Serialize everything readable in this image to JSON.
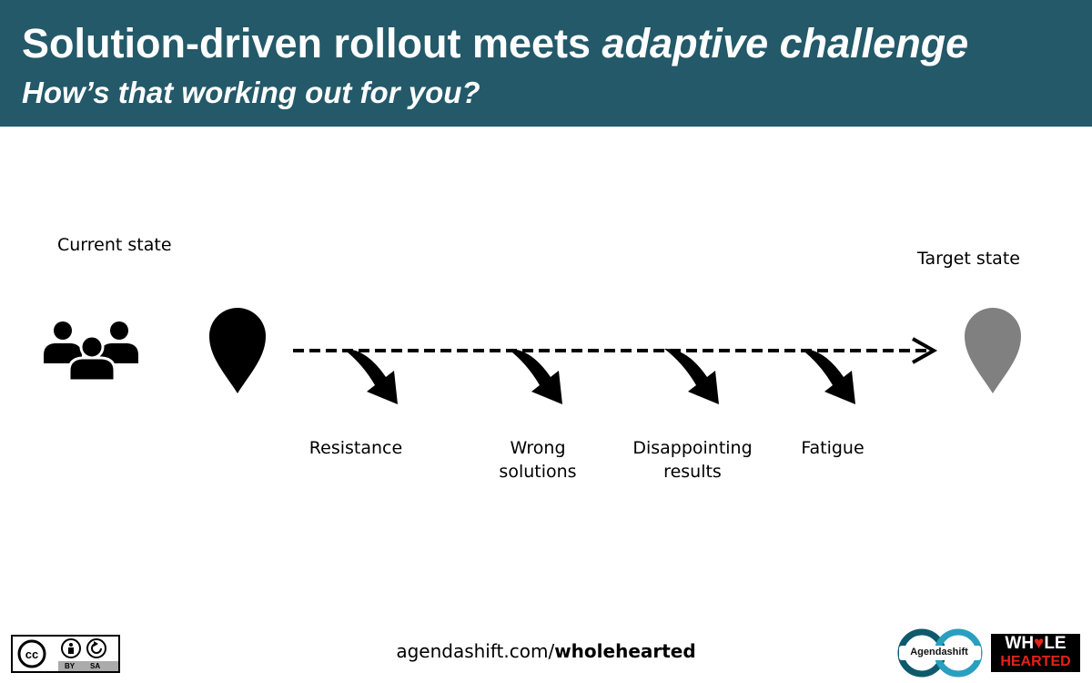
{
  "header": {
    "title_plain": "Solution-driven rollout meets ",
    "title_italic": "adaptive challenge",
    "subtitle": "How’s that working out for you?"
  },
  "diagram": {
    "start_label": "Current state",
    "end_label": "Target state",
    "obstacles": [
      {
        "line1": "Resistance",
        "line2": ""
      },
      {
        "line1": "Wrong",
        "line2": "solutions"
      },
      {
        "line1": "Disappointing",
        "line2": "results"
      },
      {
        "line1": "Fatigue",
        "line2": ""
      }
    ],
    "icons": [
      "people-group-icon",
      "location-pin-icon",
      "dashed-arrow-icon",
      "curved-arrow-icon"
    ],
    "colors": {
      "header_bg": "#235969",
      "current_pin": "#000000",
      "target_pin": "#808080"
    }
  },
  "footer": {
    "url_plain": "agendashift.com/",
    "url_bold": "wholehearted",
    "license_by": "BY",
    "license_sa": "SA",
    "agendashift_logo": "Agendashift",
    "wholehearted_line1_a": "WH",
    "wholehearted_line1_heart": "♥",
    "wholehearted_line1_b": "LE",
    "wholehearted_line2": "HEARTED"
  }
}
